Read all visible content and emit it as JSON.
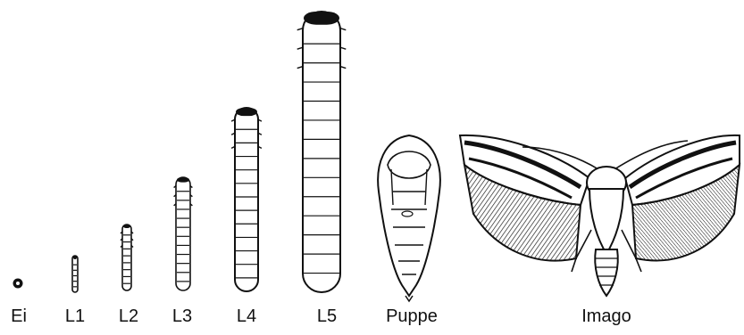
{
  "stages": [
    {
      "id": "ei",
      "label": "Ei"
    },
    {
      "id": "l1",
      "label": "L1"
    },
    {
      "id": "l2",
      "label": "L2"
    },
    {
      "id": "l3",
      "label": "L3"
    },
    {
      "id": "l4",
      "label": "L4"
    },
    {
      "id": "l5",
      "label": "L5"
    },
    {
      "id": "puppe",
      "label": "Puppe"
    },
    {
      "id": "imago",
      "label": "Imago"
    }
  ],
  "colors": {
    "ink": "#111111",
    "paper": "#ffffff"
  }
}
